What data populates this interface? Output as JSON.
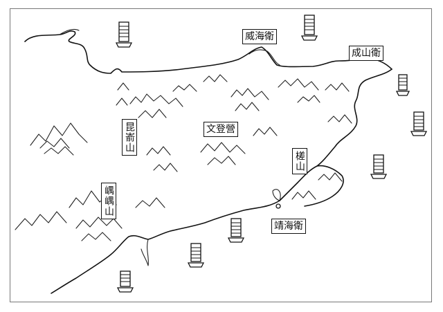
{
  "map": {
    "labels": {
      "chenghai": "威海衛",
      "chengshan": "成山衛",
      "wendeng": "文登營",
      "kunyu": "昆嵛山",
      "zhashan": "槎山",
      "jinghai": "靖海衛",
      "yuyu": "嵎嵎山"
    },
    "icons": [
      "junk-boat-icon",
      "mountain-icon"
    ],
    "colors": {
      "ink": "#111111",
      "paper": "#ffffff",
      "frame": "#777777"
    }
  }
}
